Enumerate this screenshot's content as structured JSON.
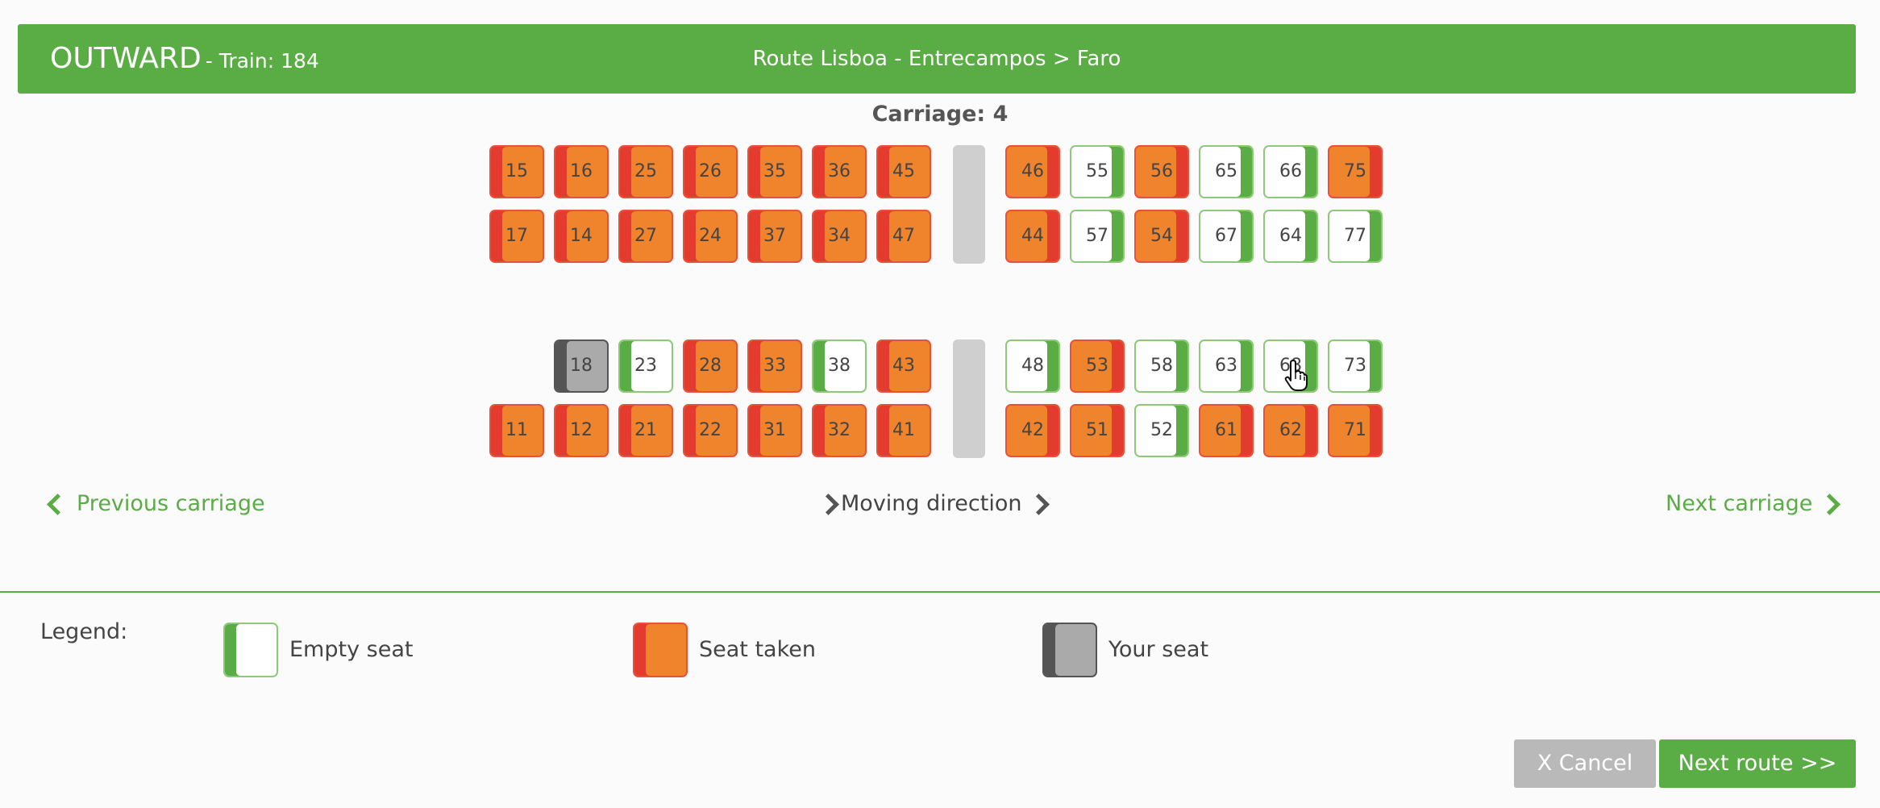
{
  "header": {
    "direction": "OUTWARD",
    "train": "- Train: 184",
    "route": "Route Lisboa - Entrecampos > Faro"
  },
  "carriage": {
    "label": "Carriage: 4"
  },
  "colors": {
    "accent": "#5aac44",
    "taken": "#f0842d",
    "taken_stripe": "#e33b2d",
    "yours": "#aaaaaa",
    "cancel": "#b9b9b9"
  },
  "seats": {
    "row1": [
      {
        "n": "15",
        "s": "taken"
      },
      {
        "n": "16",
        "s": "taken"
      },
      {
        "n": "25",
        "s": "taken"
      },
      {
        "n": "26",
        "s": "taken"
      },
      {
        "n": "35",
        "s": "taken"
      },
      {
        "n": "36",
        "s": "taken"
      },
      {
        "n": "45",
        "s": "taken"
      },
      {
        "n": "46",
        "s": "taken-r"
      },
      {
        "n": "55",
        "s": "empty"
      },
      {
        "n": "56",
        "s": "taken-r"
      },
      {
        "n": "65",
        "s": "empty"
      },
      {
        "n": "66",
        "s": "empty"
      },
      {
        "n": "75",
        "s": "taken-r"
      }
    ],
    "row2": [
      {
        "n": "17",
        "s": "taken"
      },
      {
        "n": "14",
        "s": "taken"
      },
      {
        "n": "27",
        "s": "taken"
      },
      {
        "n": "24",
        "s": "taken"
      },
      {
        "n": "37",
        "s": "taken"
      },
      {
        "n": "34",
        "s": "taken"
      },
      {
        "n": "47",
        "s": "taken"
      },
      {
        "n": "44",
        "s": "taken-r"
      },
      {
        "n": "57",
        "s": "empty"
      },
      {
        "n": "54",
        "s": "taken-r"
      },
      {
        "n": "67",
        "s": "empty"
      },
      {
        "n": "64",
        "s": "empty"
      },
      {
        "n": "77",
        "s": "empty"
      }
    ],
    "row3": [
      {
        "n": "",
        "s": "none"
      },
      {
        "n": "18",
        "s": "yours"
      },
      {
        "n": "23",
        "s": "empty-l"
      },
      {
        "n": "28",
        "s": "taken"
      },
      {
        "n": "33",
        "s": "taken"
      },
      {
        "n": "38",
        "s": "empty-l"
      },
      {
        "n": "43",
        "s": "taken"
      },
      {
        "n": "48",
        "s": "empty"
      },
      {
        "n": "53",
        "s": "taken-r"
      },
      {
        "n": "58",
        "s": "empty"
      },
      {
        "n": "63",
        "s": "empty"
      },
      {
        "n": "68",
        "s": "empty"
      },
      {
        "n": "73",
        "s": "empty"
      }
    ],
    "row4": [
      {
        "n": "11",
        "s": "taken"
      },
      {
        "n": "12",
        "s": "taken"
      },
      {
        "n": "21",
        "s": "taken"
      },
      {
        "n": "22",
        "s": "taken"
      },
      {
        "n": "31",
        "s": "taken"
      },
      {
        "n": "32",
        "s": "taken"
      },
      {
        "n": "41",
        "s": "taken"
      },
      {
        "n": "42",
        "s": "taken-r"
      },
      {
        "n": "51",
        "s": "taken-r"
      },
      {
        "n": "52",
        "s": "empty"
      },
      {
        "n": "61",
        "s": "taken-r"
      },
      {
        "n": "62",
        "s": "taken-r"
      },
      {
        "n": "71",
        "s": "taken-r"
      }
    ]
  },
  "nav": {
    "previous": "Previous carriage",
    "moving": "Moving direction",
    "next": "Next carriage"
  },
  "legend": {
    "title": "Legend:",
    "empty": "Empty seat",
    "taken": "Seat taken",
    "yours": "Your seat"
  },
  "buttons": {
    "cancel": "X Cancel",
    "next_route": "Next route >>"
  },
  "icons": {
    "cursor": "hand-pointer-icon",
    "prev": "chevron-left-icon",
    "next": "chevron-right-icon"
  }
}
